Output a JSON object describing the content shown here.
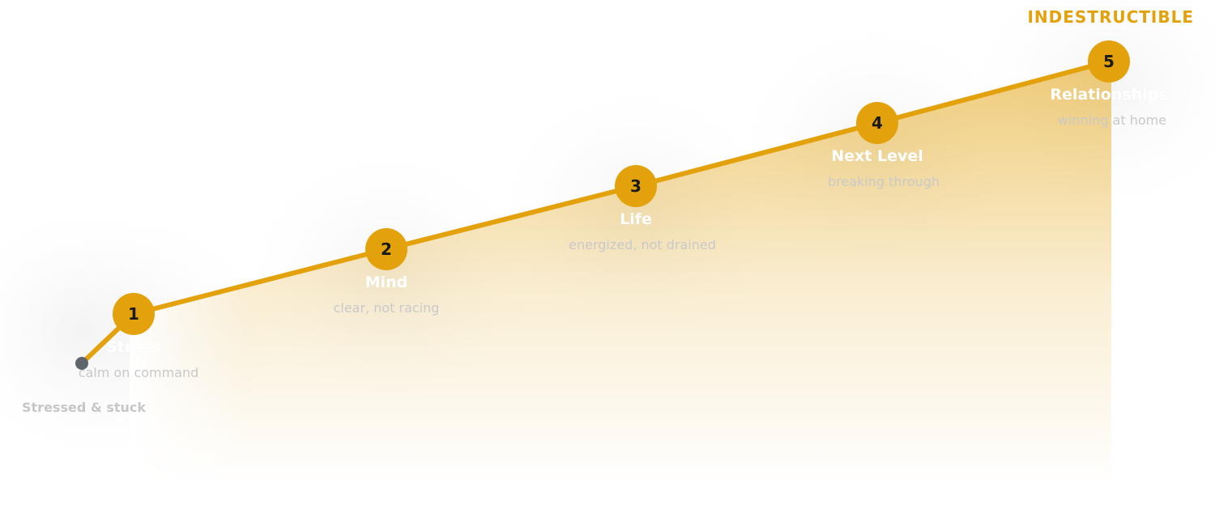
{
  "colors": {
    "accent": "#E3A20B",
    "node_text": "#1A1A1A",
    "start_dot": "#5F656C",
    "title_text": "#FFFFFF",
    "sub_text": "#C9C9C9"
  },
  "start": {
    "label": "Stressed & stuck"
  },
  "end_label": "INDESTRUCTIBLE",
  "steps": [
    {
      "number": "1",
      "title": "Stress",
      "subtitle": "calm on command"
    },
    {
      "number": "2",
      "title": "Mind",
      "subtitle": "clear, not racing"
    },
    {
      "number": "3",
      "title": "Life",
      "subtitle": "energized, not drained"
    },
    {
      "number": "4",
      "title": "Next Level",
      "subtitle": "breaking through"
    },
    {
      "number": "5",
      "title": "Relationships",
      "subtitle": "winning at home"
    }
  ]
}
